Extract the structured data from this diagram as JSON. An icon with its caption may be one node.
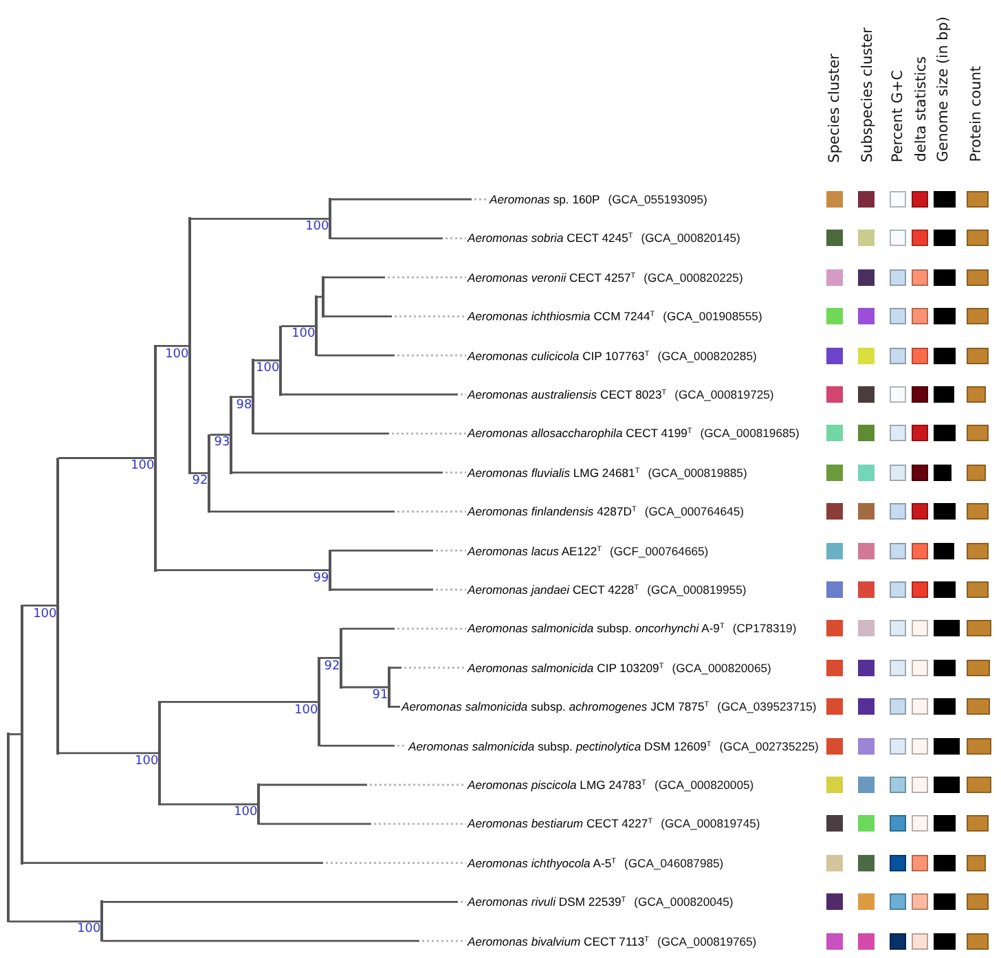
{
  "diagram": {
    "nodes": [
      {
        "text": [
          "*Aeromonas* sp. 160P",
          "(GCA_055193095)"
        ]
      },
      {
        "text": [
          "*Aeromonas sobria* CECT 4245$^{T}$",
          "(GCA_000820145)"
        ]
      },
      {
        "text": [
          "*Aeromonas veronii* CECT 4257$^{T}$",
          "(GCA_000820225)"
        ]
      },
      {
        "text": [
          "*Aeromonas ichthiosmia* CCM 7244$^{T}$",
          "(GCA_001908555)"
        ]
      },
      {
        "text": [
          "*Aeromonas culicicola* CIP 107763$^{T}$",
          "(GCA_000820285)"
        ]
      },
      {
        "text": [
          "*Aeromonas australiensis* CECT 8023$^{T}$",
          "(GCA_000819725)"
        ]
      },
      {
        "text": [
          "*Aeromonas allosaccharophila* CECT 4199$^{T}$",
          "(GCA_000819685)"
        ]
      },
      {
        "text": [
          "*Aeromonas fluvialis* LMG 24681$^{T}$",
          "(GCA_000819885)"
        ]
      },
      {
        "text": [
          "*Aeromonas finlandensis* 4287D$^{T}$",
          "(GCA_000764645)"
        ]
      },
      {
        "text": [
          "*Aeromonas lacus* AE122$^{T}$",
          "(GCF_000764665)"
        ]
      },
      {
        "text": [
          "*Aeromonas jandaei* CECT 4228$^{T}$",
          "(GCA_000819955)"
        ]
      },
      {
        "text": [
          "*Aeromonas salmonicida* subsp. *oncorhynchi* A-9$^{T}$",
          "(CP178319)"
        ]
      },
      {
        "text": [
          "*Aeromonas salmonicida* CIP 103209$^{T}$",
          "(GCA_000820065)"
        ]
      },
      {
        "text": [
          "*Aeromonas salmonicida* subsp. *achromogenes* JCM 7875$^{T}$",
          "(GCA_039523715)"
        ]
      },
      {
        "text": [
          "*Aeromonas salmonicida* subsp. *pectinolytica* DSM 12609$^{T}$",
          "(GCA_002735225)"
        ]
      },
      {
        "text": [
          "*Aeromonas piscicola* LMG 24783$^{T}$",
          "(GCA_000820005)"
        ]
      },
      {
        "text": [
          "*Aeromonas bestiarum* CECT 4227$^{T}$",
          "(GCA_000819745)"
        ]
      },
      {
        "text": [
          "*Aeromonas ichthyocola* A-5$^{T}$",
          "(GCA_046087985)"
        ]
      },
      {
        "text": [
          "*Aeromonas rivuli* DSM 22539$^{T}$",
          "(GCA_000820045)"
        ]
      },
      {
        "text": [
          "*Aeromonas bivalvium* CECT 7113$^{T}$",
          "(GCA_000819765)"
        ]
      },
      {
        "text": [],
        "shape": "bar",
        "beside": [
          "100"
        ]
      },
      {
        "text": [],
        "shape": "bar",
        "beside": [
          "100"
        ]
      },
      {
        "text": [],
        "shape": "bar"
      },
      {
        "text": [],
        "shape": "bar",
        "beside": [
          "100"
        ]
      },
      {
        "text": [],
        "shape": "bar",
        "beside": [
          "100"
        ]
      },
      {
        "text": [],
        "shape": "bar",
        "beside": [
          "98"
        ]
      },
      {
        "text": [],
        "shape": "bar",
        "beside": [
          "93"
        ]
      },
      {
        "text": [],
        "shape": "bar",
        "beside": [
          "92"
        ]
      },
      {
        "text": [],
        "shape": "bar",
        "beside": [
          "100"
        ]
      },
      {
        "text": [],
        "shape": "bar",
        "beside": [
          "99"
        ]
      },
      {
        "text": [],
        "shape": "bar",
        "beside": [
          "100"
        ]
      },
      {
        "text": [],
        "shape": "bar",
        "beside": [
          "92"
        ]
      },
      {
        "text": [],
        "shape": "bar",
        "beside": [
          "91"
        ]
      },
      {
        "text": [],
        "shape": "bar",
        "beside": [
          "100"
        ]
      },
      {
        "text": [],
        "shape": "bar",
        "beside": [
          "100"
        ]
      },
      {
        "text": [],
        "shape": "bar",
        "beside": [
          "100"
        ]
      },
      {
        "text": [],
        "shape": "bar"
      },
      {
        "text": [],
        "shape": "bar"
      },
      {
        "text": [],
        "shape": "bar",
        "beside": [
          "100"
        ]
      }
    ],
    "edges": [
      {
        "from": 20,
        "to": 0,
        "arrow": "none"
      },
      {
        "from": 20,
        "to": 1,
        "arrow": "none"
      },
      {
        "from": 21,
        "to": 20,
        "arrow": "none"
      },
      {
        "from": 21,
        "to": 27,
        "arrow": "none"
      },
      {
        "from": 22,
        "to": 2,
        "arrow": "none"
      },
      {
        "from": 22,
        "to": 3,
        "arrow": "none"
      },
      {
        "from": 23,
        "to": 22,
        "arrow": "none"
      },
      {
        "from": 23,
        "to": 4,
        "arrow": "none"
      },
      {
        "from": 24,
        "to": 23,
        "arrow": "none"
      },
      {
        "from": 24,
        "to": 5,
        "arrow": "none"
      },
      {
        "from": 25,
        "to": 24,
        "arrow": "none"
      },
      {
        "from": 25,
        "to": 6,
        "arrow": "none"
      },
      {
        "from": 26,
        "to": 25,
        "arrow": "none"
      },
      {
        "from": 26,
        "to": 7,
        "arrow": "none"
      },
      {
        "from": 27,
        "to": 26,
        "arrow": "none"
      },
      {
        "from": 27,
        "to": 8,
        "arrow": "none"
      },
      {
        "from": 28,
        "to": 21,
        "arrow": "none"
      },
      {
        "from": 28,
        "to": 29,
        "arrow": "none"
      },
      {
        "from": 29,
        "to": 9,
        "arrow": "none"
      },
      {
        "from": 29,
        "to": 10,
        "arrow": "none"
      },
      {
        "from": 30,
        "to": 28,
        "arrow": "none"
      },
      {
        "from": 30,
        "to": 34,
        "arrow": "none"
      },
      {
        "from": 31,
        "to": 11,
        "arrow": "none"
      },
      {
        "from": 31,
        "to": 32,
        "arrow": "none"
      },
      {
        "from": 32,
        "to": 12,
        "arrow": "none"
      },
      {
        "from": 32,
        "to": 13,
        "arrow": "none"
      },
      {
        "from": 33,
        "to": 31,
        "arrow": "none"
      },
      {
        "from": 33,
        "to": 14,
        "arrow": "none"
      },
      {
        "from": 34,
        "to": 33,
        "arrow": "none"
      },
      {
        "from": 34,
        "to": 35,
        "arrow": "none"
      },
      {
        "from": 35,
        "to": 15,
        "arrow": "none"
      },
      {
        "from": 35,
        "to": 16,
        "arrow": "none"
      },
      {
        "from": 36,
        "to": 30,
        "arrow": "none"
      },
      {
        "from": 36,
        "to": 17,
        "arrow": "none"
      },
      {
        "from": 37,
        "to": 36,
        "arrow": "none"
      },
      {
        "from": 37,
        "to": 38,
        "arrow": "none"
      },
      {
        "from": 38,
        "to": 18,
        "arrow": "none"
      },
      {
        "from": 38,
        "to": 19,
        "arrow": "none"
      }
    ],
    "labels": [
      "Species cluster",
      "Subspecies cluster",
      "Percent G+C",
      "delta statistics",
      "Genome size (in bp)",
      "Protein count"
    ]
  }
}
